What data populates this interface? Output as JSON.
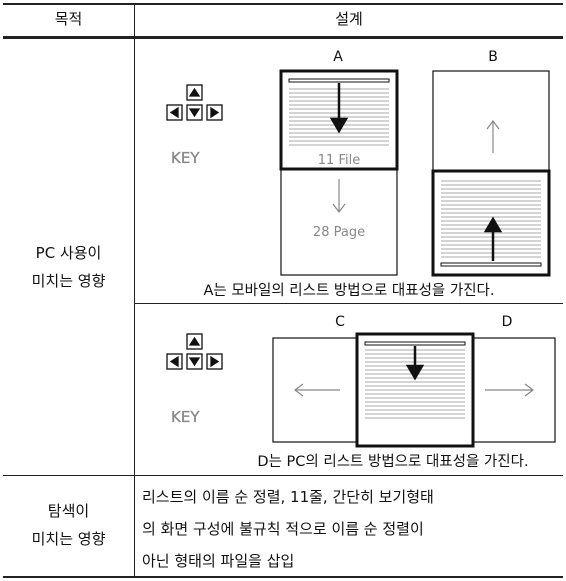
{
  "header": {
    "purpose": "목적",
    "design": "설계"
  },
  "rows": [
    {
      "purpose_lines": [
        "PC 사용이",
        "미치는 영향"
      ],
      "design_A": {
        "key_label": "KEY",
        "label_a": "A",
        "label_b": "B",
        "file_text": "11 File",
        "page_text": "28 Page",
        "caption": "A는 모바일의 리스트 방법으로 대표성을 가진다."
      },
      "design_C": {
        "key_label": "KEY",
        "label_c": "C",
        "label_d": "D",
        "caption": "D는 PC의 리스트 방법으로 대표성을 가진다."
      }
    },
    {
      "purpose_lines": [
        "탐색이",
        "미치는 영향"
      ],
      "design_lines": [
        "리스트의 이름 순 정렬, 11줄, 간단히 보기형태",
        "의 화면 구성에 불규칙 적으로 이름 순 정렬이",
        "아닌 형태의 파일을 삽입"
      ]
    }
  ]
}
